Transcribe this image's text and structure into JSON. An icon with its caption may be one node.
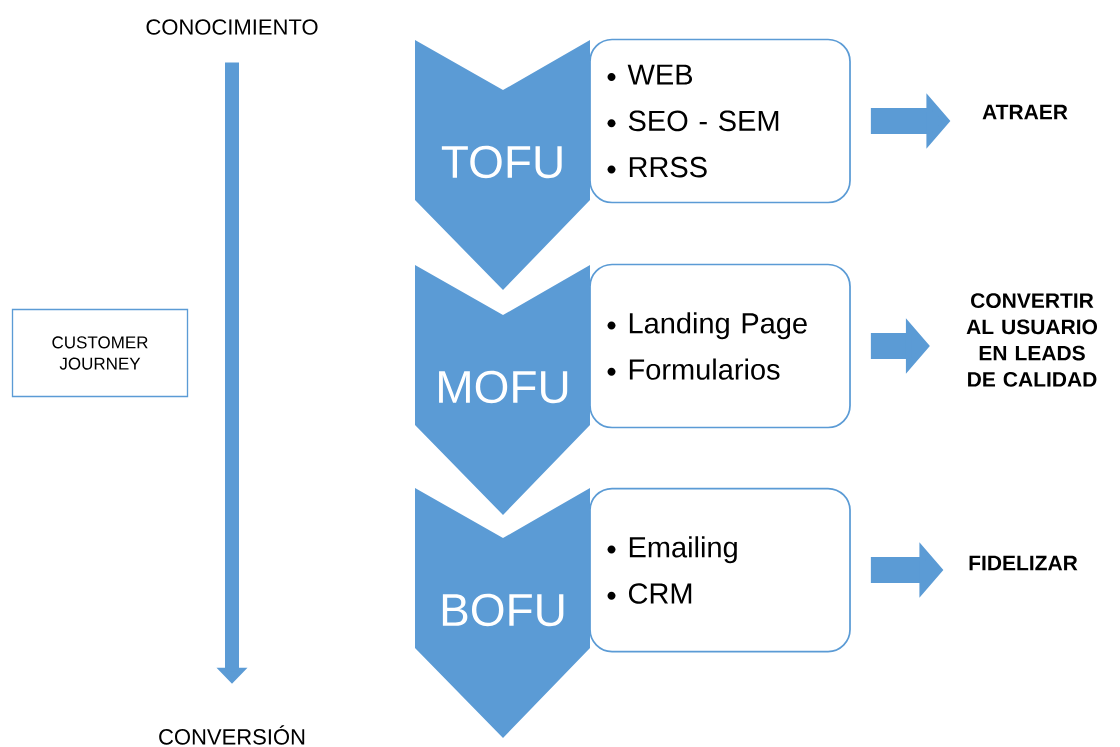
{
  "diagram": {
    "nodes": [
      {
        "text": [
          "CONOCIMIENTO"
        ]
      },
      {
        "text": [
          "CONVERSIÓN"
        ]
      },
      {
        "text": [
          "CUSTOMER JOURNEY"
        ]
      },
      {
        "text": [
          "TOFU"
        ]
      },
      {
        "text": [
          "WEB",
          "SEO - SEM",
          "RRSS"
        ]
      },
      {
        "text": [
          "ATRAER"
        ]
      },
      {
        "text": [
          "MOFU"
        ]
      },
      {
        "text": [
          "Landing Page",
          "Formularios"
        ]
      },
      {
        "text": [
          "CONVERTIR AL USUARIO EN LEADS DE CALIDAD"
        ]
      },
      {
        "text": [
          "BOFU"
        ]
      },
      {
        "text": [
          "Emailing",
          "CRM"
        ]
      },
      {
        "text": [
          "FIDELIZAR"
        ]
      }
    ],
    "edges": [
      {
        "from": 0,
        "to": 1,
        "arrow": "to"
      },
      {
        "from": 4,
        "to": 5,
        "arrow": "to"
      },
      {
        "from": 7,
        "to": 8,
        "arrow": "to"
      },
      {
        "from": 10,
        "to": 11,
        "arrow": "to"
      }
    ]
  }
}
